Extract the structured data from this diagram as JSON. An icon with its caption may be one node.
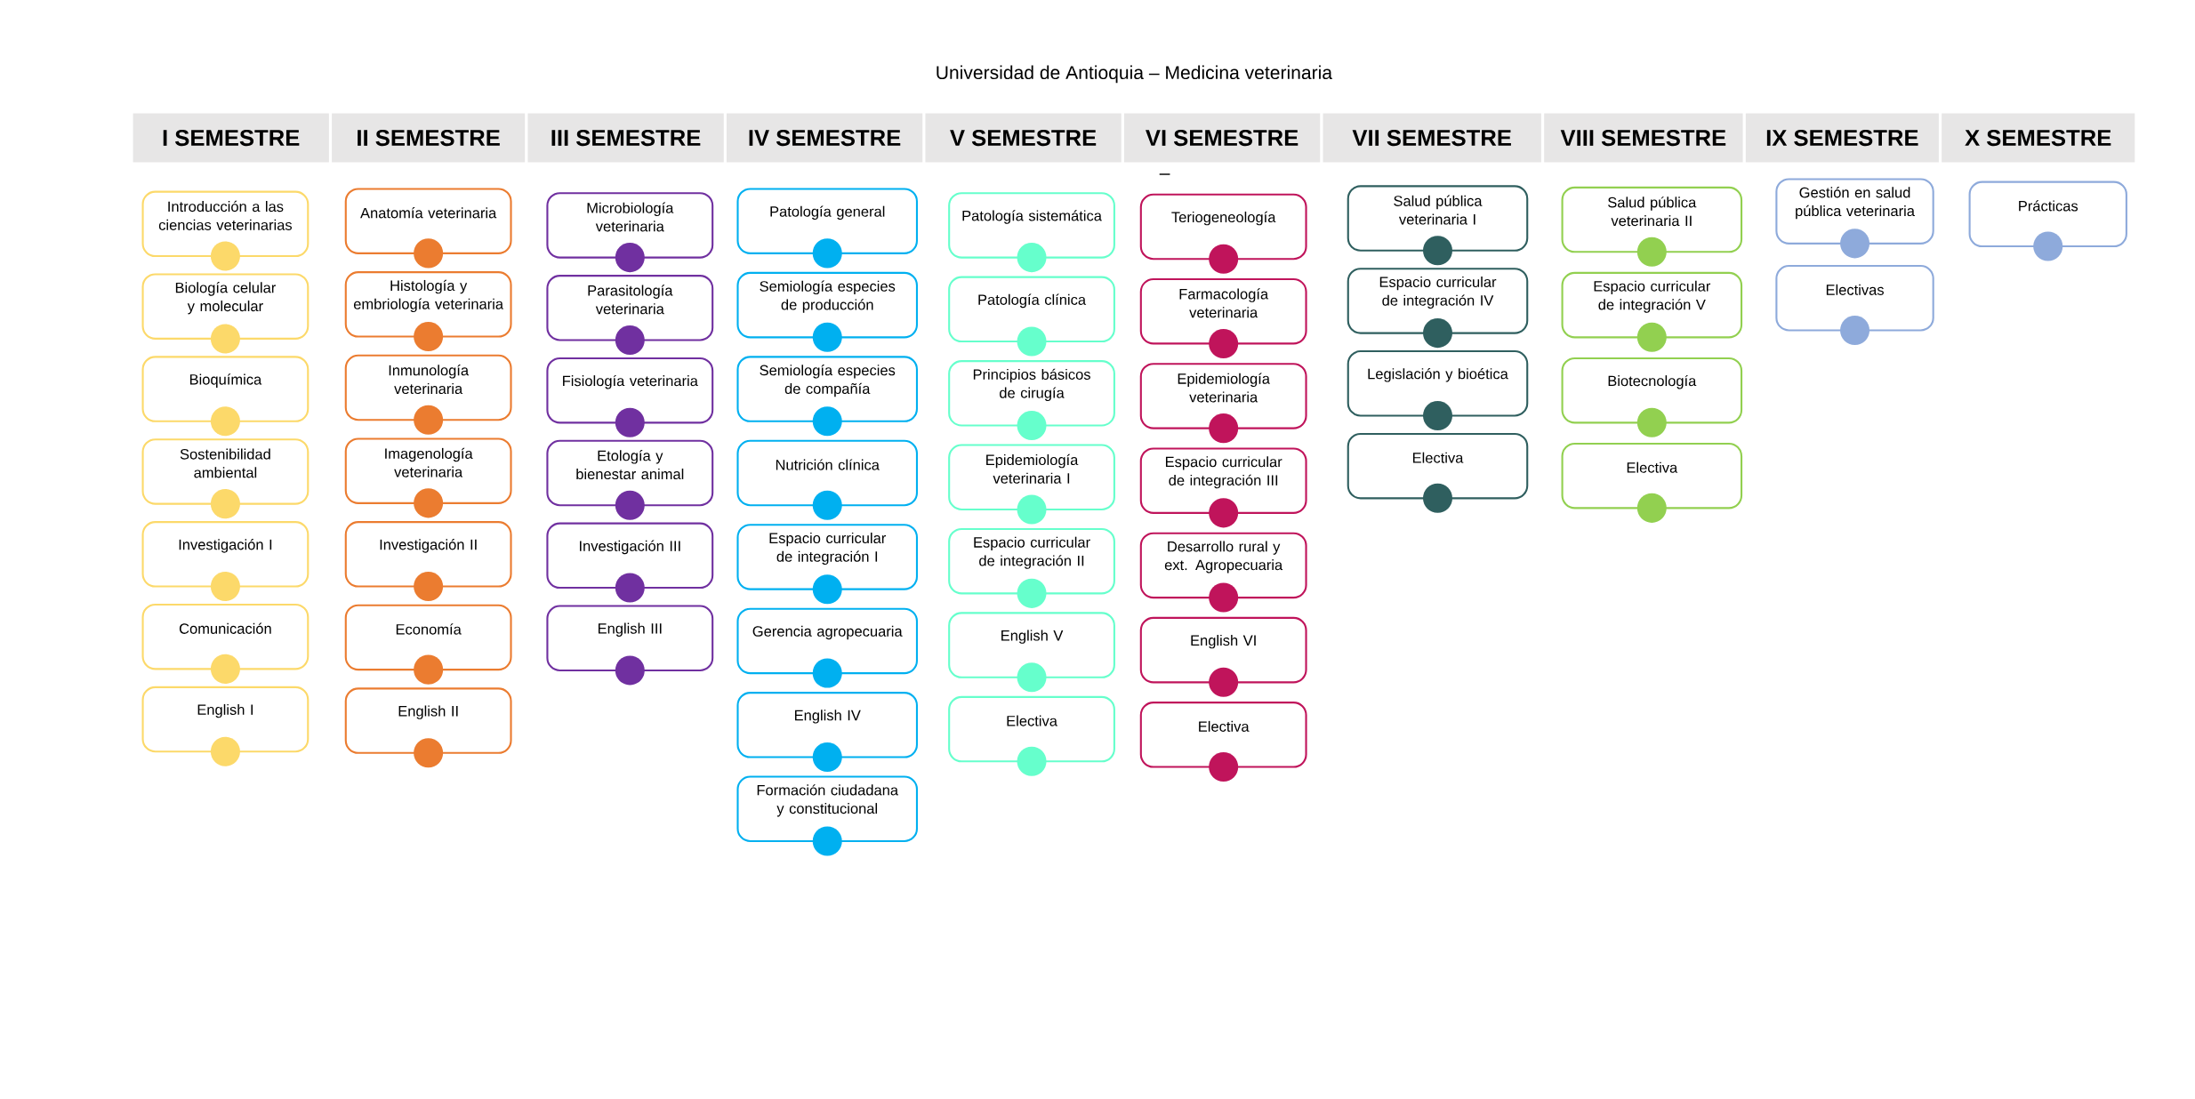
{
  "diagram": {
    "title": "Universidad de Antioquia – Medicina veterinaria",
    "nodes": [
      {
        "text": [
          "I SEMESTRE"
        ]
      },
      {
        "text": [
          "II SEMESTRE"
        ]
      },
      {
        "text": [
          "III SEMESTRE"
        ]
      },
      {
        "text": [
          "IV SEMESTRE"
        ]
      },
      {
        "text": [
          "V SEMESTRE"
        ]
      },
      {
        "text": [
          "VI SEMESTRE"
        ]
      },
      {
        "text": [
          "VII SEMESTRE"
        ]
      },
      {
        "text": [
          "VIII SEMESTRE"
        ]
      },
      {
        "text": [
          "IX SEMESTRE"
        ]
      },
      {
        "text": [
          "X SEMESTRE"
        ]
      },
      {
        "text": [
          "Introducción a las ciencias veterinarias"
        ]
      },
      {
        "text": [
          "Biología celular y molecular"
        ]
      },
      {
        "text": [
          "Bioquímica"
        ]
      },
      {
        "text": [
          "Sostenibilidad ambiental"
        ]
      },
      {
        "text": [
          "Investigación I"
        ]
      },
      {
        "text": [
          "Comunicación"
        ]
      },
      {
        "text": [
          "English I"
        ]
      },
      {
        "text": [
          "Anatomía veterinaria"
        ]
      },
      {
        "text": [
          "Histología y embriología veterinaria"
        ]
      },
      {
        "text": [
          "Inmunología veterinaria"
        ]
      },
      {
        "text": [
          "Imagenología veterinaria"
        ]
      },
      {
        "text": [
          "Investigación II"
        ]
      },
      {
        "text": [
          "Economía"
        ]
      },
      {
        "text": [
          "English II"
        ]
      },
      {
        "text": [
          "Microbiología veterinaria"
        ]
      },
      {
        "text": [
          "Parasitología veterinaria"
        ]
      },
      {
        "text": [
          "Fisiología veterinaria"
        ]
      },
      {
        "text": [
          "Etología y bienestar animal"
        ]
      },
      {
        "text": [
          "Investigación III"
        ]
      },
      {
        "text": [
          "English III"
        ]
      },
      {
        "text": [
          "Patología general"
        ]
      },
      {
        "text": [
          "Semiología especies de producción"
        ]
      },
      {
        "text": [
          "Semiología especies de compañía"
        ]
      },
      {
        "text": [
          "Nutrición clínica"
        ]
      },
      {
        "text": [
          "Espacio curricular de integración I"
        ]
      },
      {
        "text": [
          "Gerencia agropecuaria"
        ]
      },
      {
        "text": [
          "English IV"
        ]
      },
      {
        "text": [
          "Formación ciudadana y constitucional"
        ]
      },
      {
        "text": [
          "Patología sistemática"
        ]
      },
      {
        "text": [
          "Patología clínica"
        ]
      },
      {
        "text": [
          "Principios básicos de cirugía"
        ]
      },
      {
        "text": [
          "Epidemiología veterinaria I"
        ]
      },
      {
        "text": [
          "Espacio curricular de integración II"
        ]
      },
      {
        "text": [
          "English V"
        ]
      },
      {
        "text": [
          "Electiva"
        ]
      },
      {
        "text": [
          "Teriogeneología"
        ]
      },
      {
        "text": [
          "Farmacología veterinaria"
        ]
      },
      {
        "text": [
          "Epidemiología veterinaria"
        ]
      },
      {
        "text": [
          "Espacio curricular de integración III"
        ]
      },
      {
        "text": [
          "Desarrollo rural y ext. Agropecuaria"
        ]
      },
      {
        "text": [
          "English VI"
        ]
      },
      {
        "text": [
          "Electiva"
        ]
      },
      {
        "text": [
          "Salud pública veterinaria I"
        ]
      },
      {
        "text": [
          "Espacio curricular de integración IV"
        ]
      },
      {
        "text": [
          "Legislación y bioética"
        ]
      },
      {
        "text": [
          "Electiva"
        ]
      },
      {
        "text": [
          "Salud pública veterinaria II"
        ]
      },
      {
        "text": [
          "Espacio curricular de integración V"
        ]
      },
      {
        "text": [
          "Biotecnología"
        ]
      },
      {
        "text": [
          "Electiva"
        ]
      },
      {
        "text": [
          "Gestión en salud pública veterinaria"
        ]
      },
      {
        "text": [
          "Electivas"
        ]
      },
      {
        "text": [
          "Prácticas"
        ]
      }
    ],
    "edges": [],
    "labels": [
      "–"
    ]
  }
}
